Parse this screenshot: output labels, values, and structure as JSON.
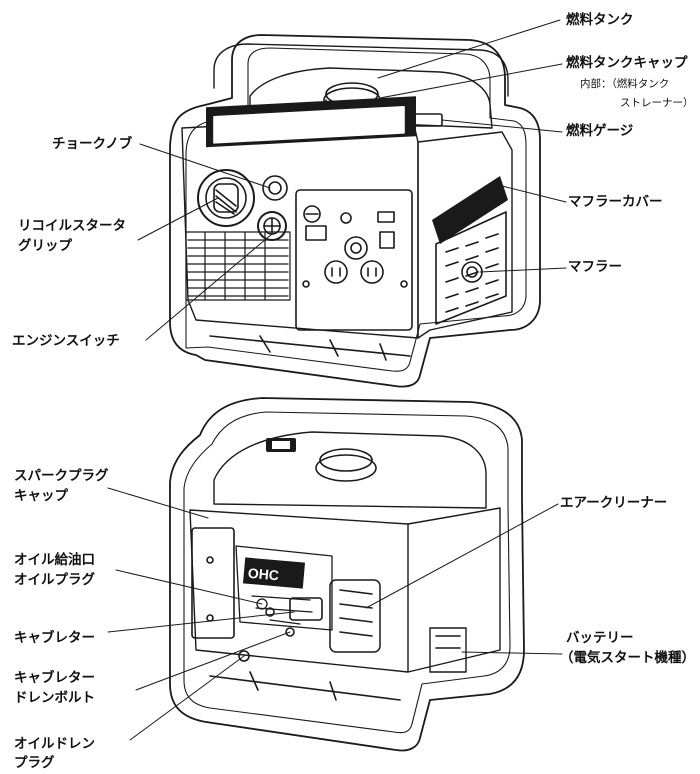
{
  "labels_top": {
    "fuel_tank": "燃料タンク",
    "fuel_tank_cap": "燃料タンクキャップ",
    "fuel_tank_cap_note_1": "内部：（燃料タンク",
    "fuel_tank_cap_note_2": "ストレーナー）",
    "fuel_gauge": "燃料ゲージ",
    "choke_knob": "チョークノブ",
    "recoil_starter_1": "リコイルスタータ",
    "recoil_starter_2": "グリップ",
    "muffler_cover": "マフラーカバー",
    "muffler": "マフラー",
    "engine_switch": "エンジンスイッチ"
  },
  "labels_bottom": {
    "spark_plug_cap_1": "スパークプラグ",
    "spark_plug_cap_2": "キャップ",
    "oil_filler_1": "オイル給油口",
    "oil_filler_2": "オイルプラグ",
    "carburetor": "キャブレター",
    "carb_drain_1": "キャブレター",
    "carb_drain_2": "ドレンボルト",
    "oil_drain_1": "オイルドレン",
    "oil_drain_2": "プラグ",
    "air_cleaner": "エアークリーナー",
    "battery_1": "バッテリー",
    "battery_2": "（電気スタート機種）"
  },
  "engine_mark": "OHC"
}
